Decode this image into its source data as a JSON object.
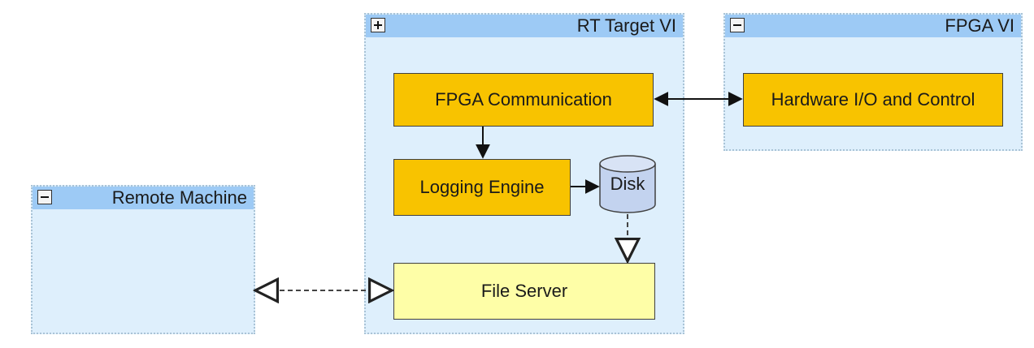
{
  "groups": {
    "remote_machine": {
      "title": "Remote Machine",
      "toggle": "collapse"
    },
    "rt_target": {
      "title": "RT Target VI",
      "toggle": "expand"
    },
    "fpga_vi": {
      "title": "FPGA VI",
      "toggle": "collapse"
    }
  },
  "nodes": {
    "fpga_communication": "FPGA Communication",
    "hardware_io": "Hardware I/O and Control",
    "logging_engine": "Logging Engine",
    "disk": "Disk",
    "file_server": "File Server"
  },
  "colors": {
    "group_fill": "#deeffc",
    "group_header": "#9dcaf5",
    "node_orange": "#f8c300",
    "node_yellow": "#fefea7",
    "disk_fill": "#c3d3ef"
  }
}
